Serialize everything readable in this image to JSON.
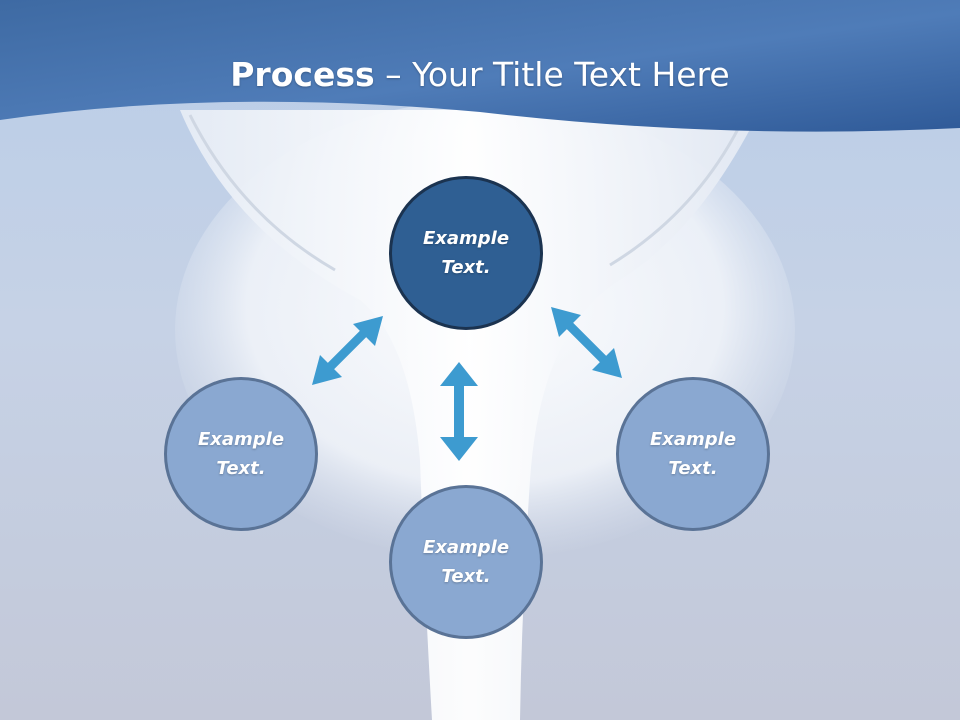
{
  "slide": {
    "title_bold": "Process",
    "title_rest": " – Your Title Text Here"
  },
  "diagram": {
    "center": {
      "label": "Example Text."
    },
    "left": {
      "label": "Example Text."
    },
    "right": {
      "label": "Example Text."
    },
    "bottom": {
      "label": "Example Text."
    }
  },
  "colors": {
    "header": "#3a6aa8",
    "center_fill": "#2f5f93",
    "side_fill": "#8aa8d1",
    "arrow": "#3d9bd0"
  }
}
